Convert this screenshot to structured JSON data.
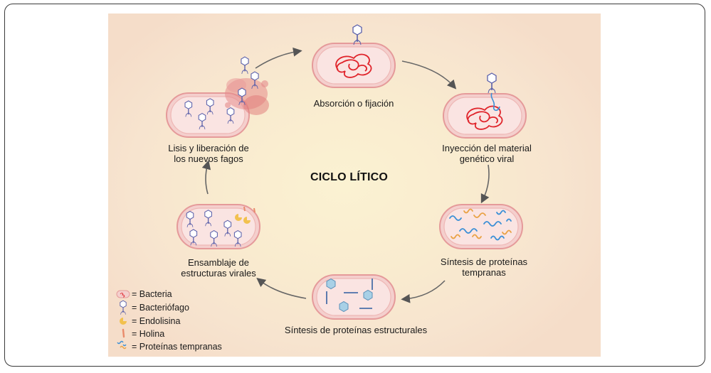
{
  "title": "CICLO LÍTICO",
  "stages": {
    "absorcion": "Absorción o fijación",
    "inyeccion_1": "Inyección del material",
    "inyeccion_2": "genético viral",
    "tempranas_1": "Síntesis de proteínas",
    "tempranas_2": "tempranas",
    "estructurales": "Síntesis de proteínas estructurales",
    "ensamblaje_1": "Ensamblaje de",
    "ensamblaje_2": "estructuras virales",
    "lisis_1": "Lisis y liberación de",
    "lisis_2": "los nuevos fagos"
  },
  "legend": {
    "bacteria": "= Bacteria",
    "bacteriofago": "= Bacteriófago",
    "endolisina": "= Endolisina",
    "holina": "= Holina",
    "proteinas_tempranas": "= Proteínas tempranas"
  },
  "colors": {
    "background": "#f6e3cc",
    "cell_fill": "#f7dcd9",
    "cell_border": "#e8a3a3",
    "dna": "#e0242b",
    "phage": "#6a6fb8",
    "early_protein_blue": "#3a8fd6",
    "early_protein_orange": "#e9a245",
    "endolysin": "#f2c14e",
    "holin": "#e98a6a",
    "capsid": "#a8d0e6",
    "tail_fiber": "#4a6fa8"
  }
}
